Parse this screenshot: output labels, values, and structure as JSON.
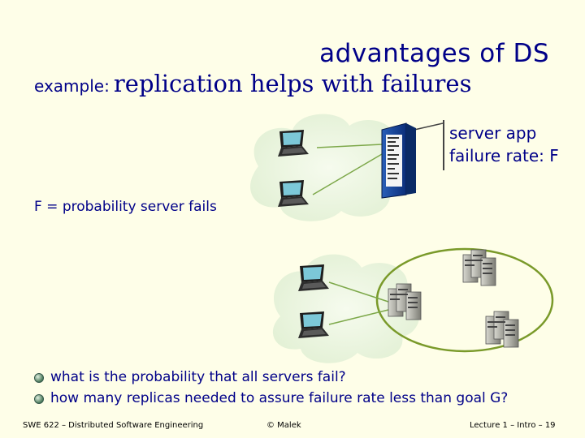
{
  "slide": {
    "title": "advantages of DS",
    "subtitle_lead": "example:",
    "subtitle_main": "replication helps with failures",
    "callout_line1": "server app",
    "callout_line2": "failure rate: F",
    "definition": "F = probability server fails",
    "bullets": [
      "what is the probability that all servers fail?",
      "how many replicas needed to assure failure rate less than goal G?"
    ]
  },
  "footer": {
    "left": "SWE 622 – Distributed Software Engineering",
    "middle": "© Malek",
    "right": "Lecture 1 – Intro – 19"
  },
  "colors": {
    "text": "#000088",
    "background": "#fefee8",
    "cloud": "#eaf5e0",
    "ring": "#7a9a2a",
    "link": "#7da84a"
  },
  "icons": [
    "laptop-icon",
    "server-rack-icon",
    "server-replica-icon",
    "cloud-shape"
  ]
}
